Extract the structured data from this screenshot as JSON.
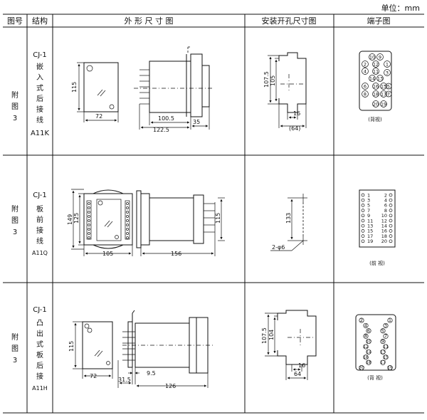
{
  "unit_note": "单位：mm",
  "header": {
    "col_no": "图号",
    "col_struct": "结构",
    "col_outline": "外 形 尺 寸 图",
    "col_mount": "安装开孔尺寸图",
    "col_terminal": "端子图"
  },
  "row1": {
    "fig": [
      "附",
      "图",
      "3"
    ],
    "model": "CJ-1",
    "struct": [
      "嵌",
      "入",
      "式",
      "后",
      "接",
      "线"
    ],
    "code": "A11K",
    "dims": {
      "h": "115",
      "w": "72",
      "d1": "100.5",
      "d2": "122.5",
      "d3": "35"
    },
    "mount": {
      "h1": "107.5",
      "h2": "105",
      "w1": "16",
      "w2": "(64)"
    },
    "terminals_odd": [
      "10",
      "2",
      "4",
      "14",
      "6",
      "8",
      "20"
    ],
    "terminals_even": [
      "9",
      "1",
      "12",
      "11",
      "13",
      "3",
      "16",
      "15",
      "5",
      "18",
      "17",
      "7",
      "19"
    ],
    "caption": "(背视)"
  },
  "row2": {
    "fig": [
      "附",
      "图",
      "3"
    ],
    "model": "CJ-1",
    "struct": [
      "板",
      "前",
      "接",
      "线"
    ],
    "code": "A11Q",
    "dims": {
      "h1": "149",
      "h2": "125",
      "w": "105",
      "d": "156",
      "h3": "115"
    },
    "mount": {
      "h": "133",
      "hole": "2-φ6"
    },
    "terminals": [
      [
        "1",
        "2"
      ],
      [
        "3",
        "4"
      ],
      [
        "5",
        "6"
      ],
      [
        "7",
        "8"
      ],
      [
        "9",
        "10"
      ],
      [
        "11",
        "12"
      ],
      [
        "13",
        "14"
      ],
      [
        "15",
        "16"
      ],
      [
        "17",
        "18"
      ],
      [
        "19",
        "20"
      ]
    ],
    "caption": "(前 视)"
  },
  "row3": {
    "fig": [
      "附",
      "图",
      "3"
    ],
    "model": "CJ-1",
    "struct": [
      "凸",
      "出",
      "式",
      "板",
      "后",
      "接",
      "线"
    ],
    "code": "A11H",
    "dims": {
      "h": "115",
      "w": "72",
      "d1": "9.5",
      "d2": "31.5",
      "d3": "126"
    },
    "mount": {
      "h1": "107.5",
      "h2": "104",
      "w1": "16",
      "w2": "64"
    },
    "terminals_left": [
      "2",
      "4",
      "6",
      "8",
      "10",
      "12",
      "14",
      "16",
      "18",
      "20"
    ],
    "terminals_right": [
      "1",
      "3",
      "5",
      "7",
      "9",
      "11",
      "13",
      "15",
      "17",
      "19"
    ],
    "caption": "(背 视)"
  }
}
